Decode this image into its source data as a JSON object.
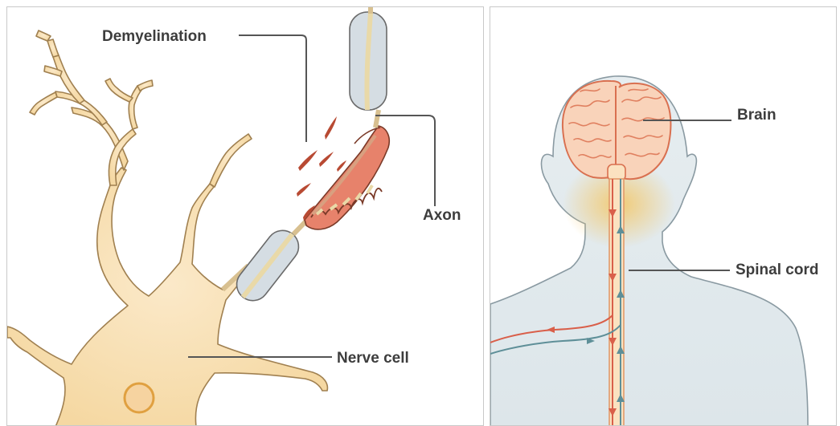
{
  "labels": {
    "demyelination": "Demyelination",
    "axon": "Axon",
    "nerve_cell": "Nerve cell",
    "brain": "Brain",
    "spinal_cord": "Spinal cord"
  },
  "colors": {
    "myelin_sheath": "#d5dde3",
    "damaged_myelin": "#e7826b",
    "damaged_fragments": "#b84a33",
    "nerve_cell_fill": "#f8dfb0",
    "nucleus": "#f2b84a",
    "brain_fill": "#f9d3ba",
    "brain_outline": "#e08060",
    "head_body": "#e0e8ec",
    "motor_signal": "#d95f4a",
    "sensory_signal": "#5e8f98",
    "leader_line": "#555555"
  }
}
